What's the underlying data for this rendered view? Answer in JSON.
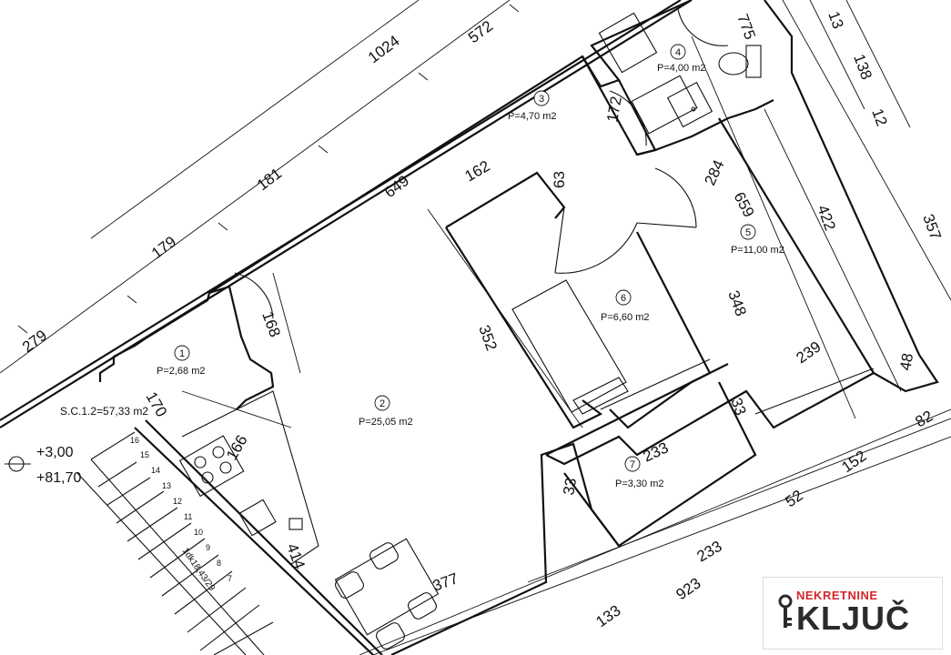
{
  "plan": {
    "dimensions": {
      "d279": "279",
      "d179": "179",
      "d181": "181",
      "d1024": "1024",
      "d572": "572",
      "d649": "649",
      "d162": "162",
      "d63": "63",
      "d172": "172",
      "d775": "775",
      "d13": "13",
      "d138": "138",
      "d12": "12",
      "d284": "284",
      "d659": "659",
      "d422": "422",
      "d357": "357",
      "d168": "168",
      "d352": "352",
      "d348": "348",
      "d239": "239",
      "d48": "48",
      "d82": "82",
      "d33a": "33",
      "d170": "170",
      "d166": "166",
      "d233a": "233",
      "d33b": "33",
      "d52": "52",
      "d152": "152",
      "d414": "414",
      "d377": "377",
      "d233b": "233",
      "d923": "923",
      "d133": "133"
    },
    "rooms": [
      {
        "num": "1",
        "area": "P=2,68 m2"
      },
      {
        "num": "2",
        "area": "P=25,05 m2"
      },
      {
        "num": "3",
        "area": "P=4,70 m2"
      },
      {
        "num": "4",
        "area": "P=4,00 m2"
      },
      {
        "num": "5",
        "area": "P=11,00 m2"
      },
      {
        "num": "6",
        "area": "P=6,60 m2"
      },
      {
        "num": "7",
        "area": "P=3,30 m2"
      }
    ],
    "total_area": "S.C.1.2=57,33 m2",
    "level_top": "+3,00",
    "level_bottom": "+81,70",
    "stairs_note": "1dk18,43/29",
    "stair_numbers": [
      "16",
      "15",
      "14",
      "13",
      "12",
      "11",
      "10",
      "9",
      "8",
      "7"
    ]
  },
  "logo": {
    "top": "NEKRETNINE",
    "main": "KLJUČ",
    "brand_red": "#d4262c",
    "brand_dark": "#2b2b2b"
  }
}
